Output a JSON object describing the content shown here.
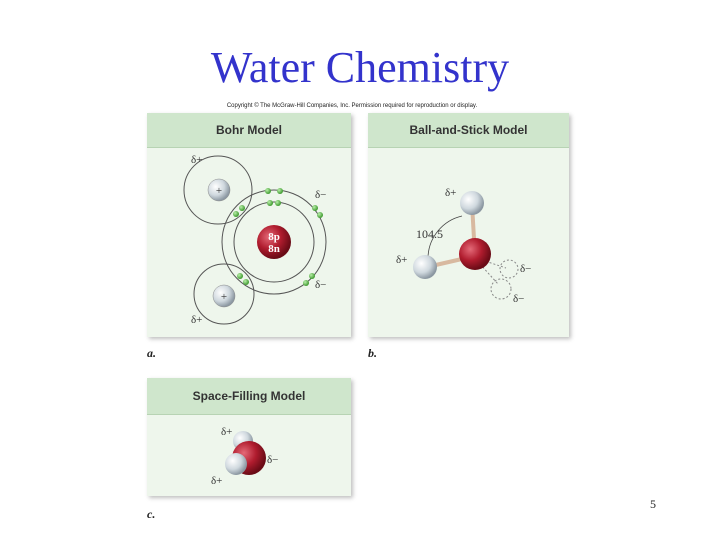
{
  "slide": {
    "title": "Water Chemistry",
    "copyright": "Copyright © The McGraw-Hill Companies, Inc. Permission required for reproduction or display.",
    "page_number": "5"
  },
  "panels": {
    "bohr": {
      "heading": "Bohr Model",
      "letter": "a.",
      "nucleus_protons": "8p",
      "nucleus_neutrons": "8n",
      "proton_sign_top": "+",
      "proton_sign_bottom": "+",
      "label_top_left": "δ+",
      "label_bottom_left": "δ+",
      "label_top_right": "δ−",
      "label_bottom_right": "δ−"
    },
    "ball_stick": {
      "heading": "Ball-and-Stick Model",
      "letter": "b.",
      "angle": "104.5",
      "label_top_h": "δ+",
      "label_left_h": "δ+",
      "label_lone_pair_1": "δ−",
      "label_lone_pair_2": "δ−"
    },
    "space_fill": {
      "heading": "Space-Filling Model",
      "letter": "c.",
      "label_top": "δ+",
      "label_right": "δ−",
      "label_bottom": "δ+"
    }
  },
  "colors": {
    "title": "#3333cc",
    "panel_bg": "#eef6ec",
    "panel_header": "#cfe6cc",
    "oxygen": "#b01c2e",
    "hydrogen": "#d8e0e6",
    "electron": "#5cb84a"
  }
}
